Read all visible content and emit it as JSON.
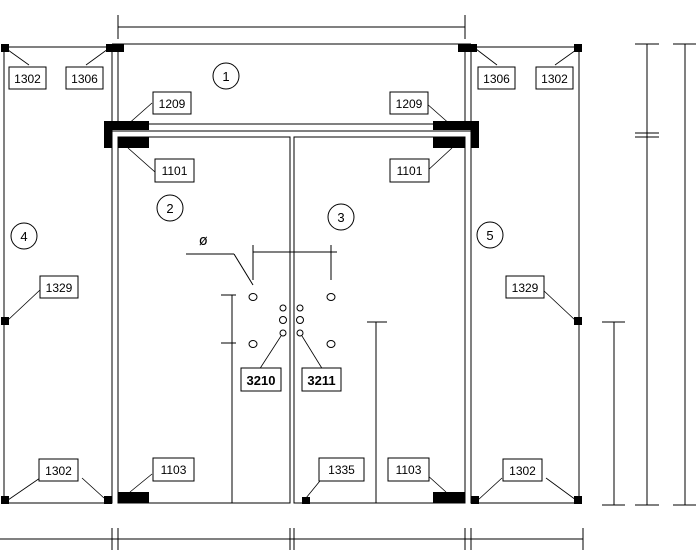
{
  "labels": {
    "l1302_tl": "1302",
    "l1306_tl": "1306",
    "l1306_tr": "1306",
    "l1302_tr": "1302",
    "l1209_l": "1209",
    "l1209_r": "1209",
    "l1101_l": "1101",
    "l1101_r": "1101",
    "l1329_l": "1329",
    "l1329_r": "1329",
    "l3210": "3210",
    "l3211": "3211",
    "l1302_bl": "1302",
    "l1103_l": "1103",
    "l1335": "1335",
    "l1103_r": "1103",
    "l1302_br": "1302"
  },
  "panels": {
    "p1": "1",
    "p2": "2",
    "p3": "3",
    "p4": "4",
    "p5": "5"
  },
  "symbols": {
    "diameter": "ø"
  }
}
